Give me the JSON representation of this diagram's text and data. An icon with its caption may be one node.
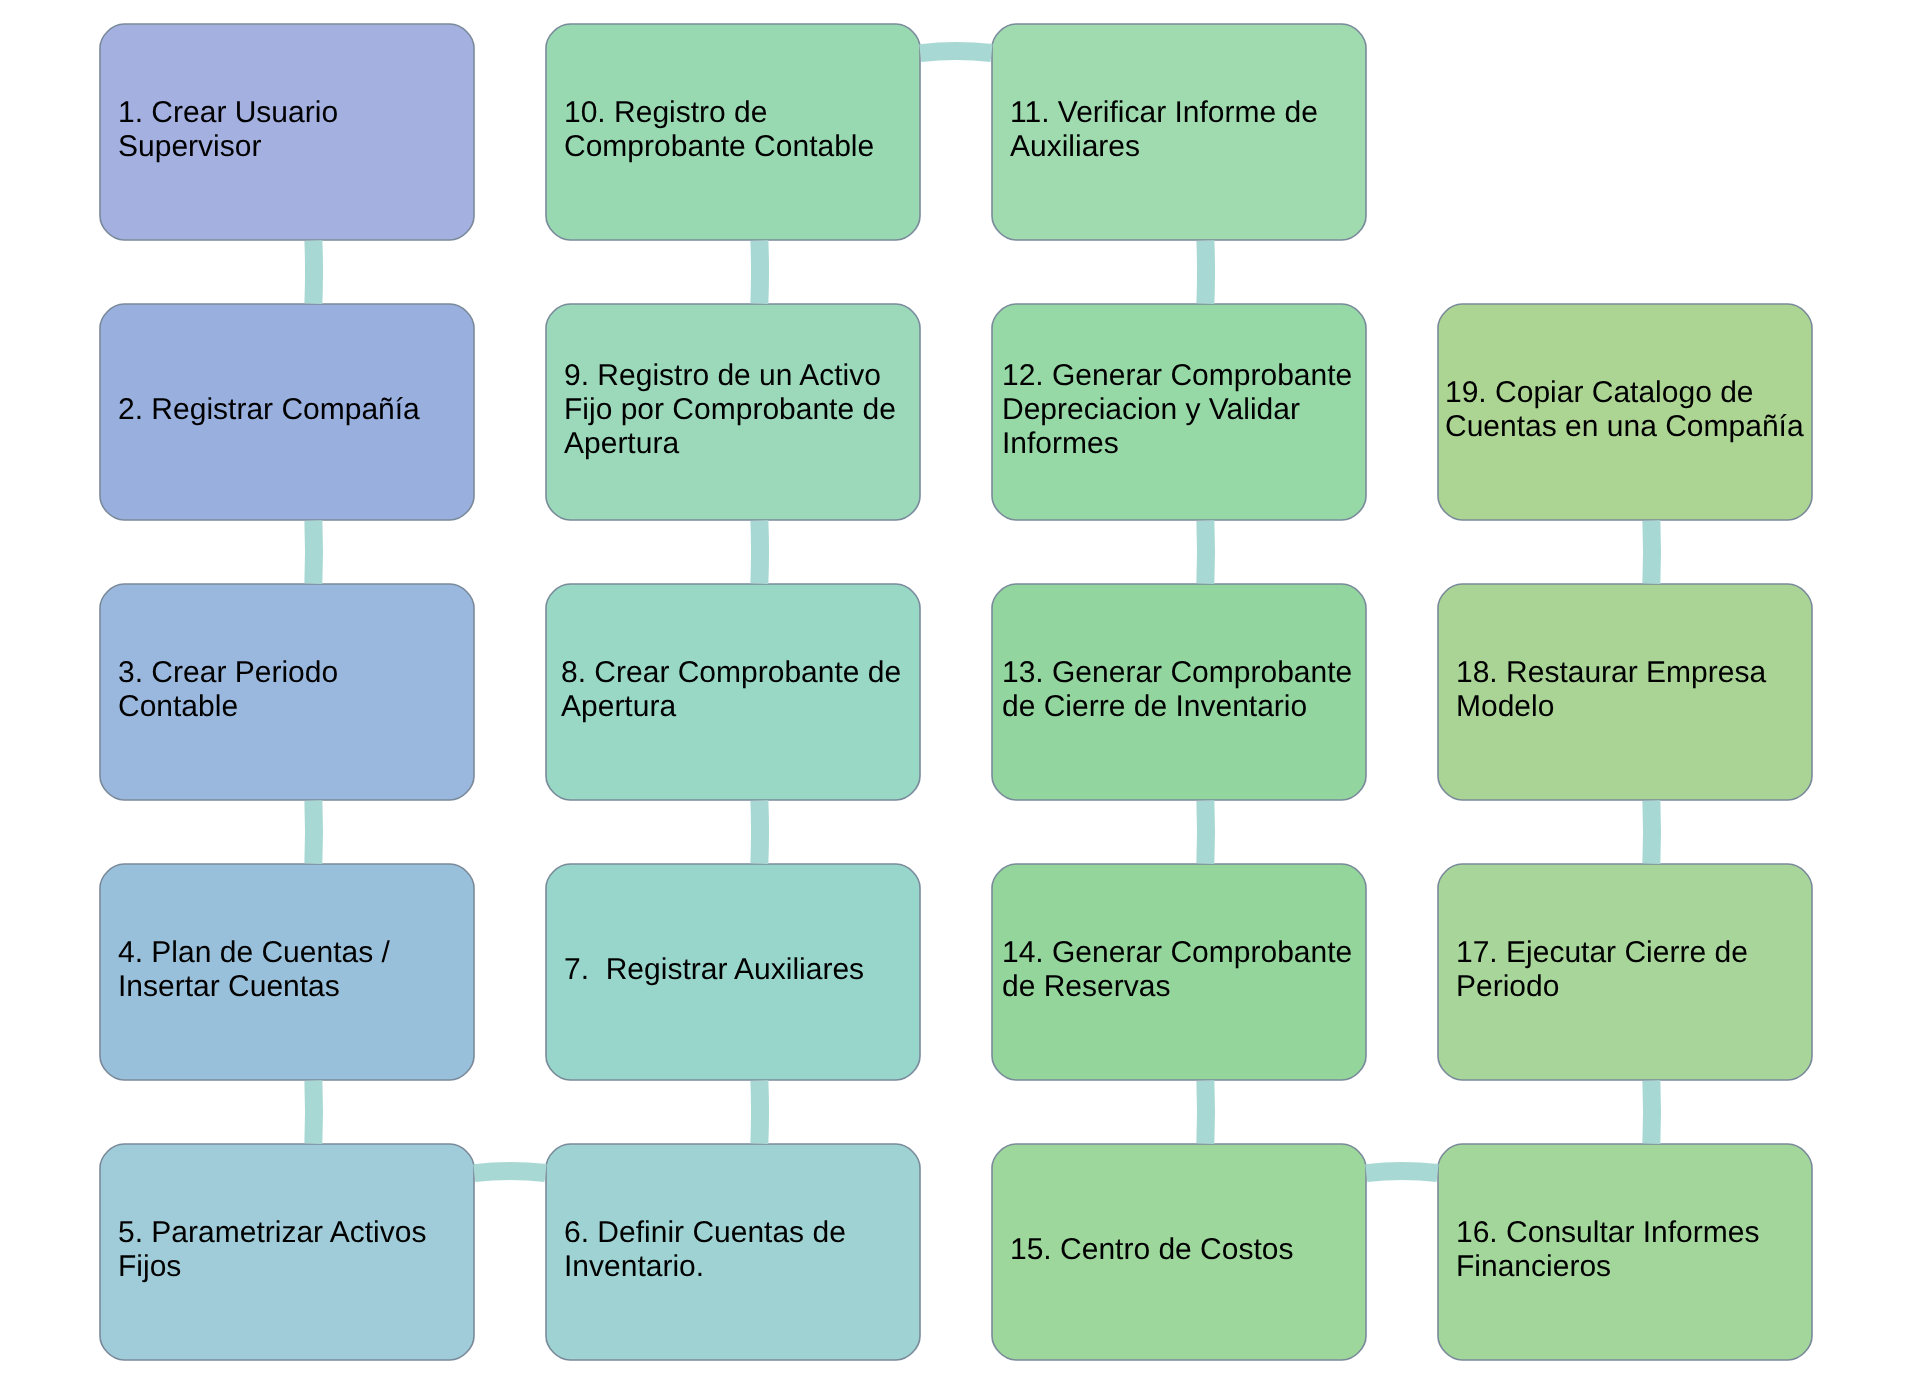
{
  "diagram": {
    "nodes": [
      {
        "text": [
          "1. Crear Usuario Supervisor"
        ]
      },
      {
        "text": [
          "2. Registrar Compañía"
        ]
      },
      {
        "text": [
          "3. Crear Periodo Contable"
        ]
      },
      {
        "text": [
          "4. Plan de Cuentas / Insertar Cuentas"
        ]
      },
      {
        "text": [
          "5. Parametrizar Activos Fijos"
        ]
      },
      {
        "text": [
          "6. Definir Cuentas de Inventario."
        ]
      },
      {
        "text": [
          "7.  Registrar Auxiliares"
        ]
      },
      {
        "text": [
          "8. Crear Comprobante de Apertura"
        ]
      },
      {
        "text": [
          "9. Registro de un Activo Fijo por Comprobante de Apertura"
        ]
      },
      {
        "text": [
          "10. Registro de Comprobante Contable"
        ]
      },
      {
        "text": [
          "11. Verificar Informe de Auxiliares"
        ]
      },
      {
        "text": [
          "12. Generar Comprobante Depreciacion y Validar Informes"
        ]
      },
      {
        "text": [
          "13. Generar Comprobante de Cierre de Inventario"
        ]
      },
      {
        "text": [
          "14. Generar Comprobante de Reservas"
        ]
      },
      {
        "text": [
          "15. Centro de Costos"
        ]
      },
      {
        "text": [
          "16. Consultar Informes Financieros"
        ]
      },
      {
        "text": [
          "17. Ejecutar Cierre de Periodo"
        ]
      },
      {
        "text": [
          "18. Restaurar Empresa Modelo"
        ]
      },
      {
        "text": [
          "19. Copiar Catalogo de Cuentas en una Compañía"
        ]
      }
    ],
    "edges": [
      {
        "from": 0,
        "to": 1,
        "arrow": "none"
      },
      {
        "from": 1,
        "to": 2,
        "arrow": "none"
      },
      {
        "from": 2,
        "to": 3,
        "arrow": "none"
      },
      {
        "from": 3,
        "to": 4,
        "arrow": "none"
      },
      {
        "from": 4,
        "to": 5,
        "arrow": "none"
      },
      {
        "from": 5,
        "to": 6,
        "arrow": "none"
      },
      {
        "from": 6,
        "to": 7,
        "arrow": "none"
      },
      {
        "from": 7,
        "to": 8,
        "arrow": "none"
      },
      {
        "from": 8,
        "to": 9,
        "arrow": "none"
      },
      {
        "from": 9,
        "to": 10,
        "arrow": "none"
      },
      {
        "from": 10,
        "to": 11,
        "arrow": "none"
      },
      {
        "from": 11,
        "to": 12,
        "arrow": "none"
      },
      {
        "from": 12,
        "to": 13,
        "arrow": "none"
      },
      {
        "from": 13,
        "to": 14,
        "arrow": "none"
      },
      {
        "from": 14,
        "to": 15,
        "arrow": "none"
      },
      {
        "from": 15,
        "to": 16,
        "arrow": "none"
      },
      {
        "from": 16,
        "to": 17,
        "arrow": "none"
      },
      {
        "from": 17,
        "to": 18,
        "arrow": "none"
      }
    ]
  }
}
